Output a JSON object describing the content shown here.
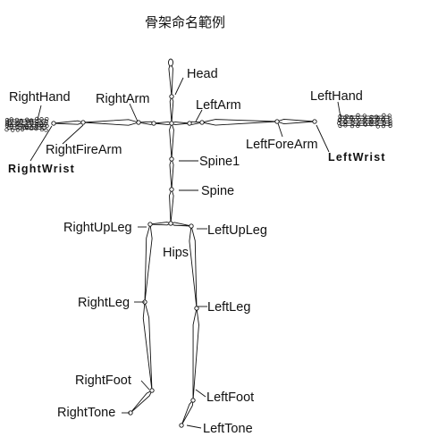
{
  "title": "骨架命名範例",
  "labels": {
    "head": "Head",
    "right_arm": "RightArm",
    "left_arm": "LeftArm",
    "right_hand": "RightHand",
    "left_hand": "LeftHand",
    "right_fore_arm": "RightFireArm",
    "left_fore_arm": "LeftForeArm",
    "right_wrist": "RightWrist",
    "left_wrist": "LeftWrist",
    "spine1": "Spine1",
    "spine": "Spine",
    "right_up_leg": "RightUpLeg",
    "left_up_leg": "LeftUpLeg",
    "hips": "Hips",
    "right_leg": "RightLeg",
    "left_leg": "LeftLeg",
    "right_foot": "RightFoot",
    "left_foot": "LeftFoot",
    "right_toe": "RightTone",
    "left_toe": "LeftTone"
  }
}
